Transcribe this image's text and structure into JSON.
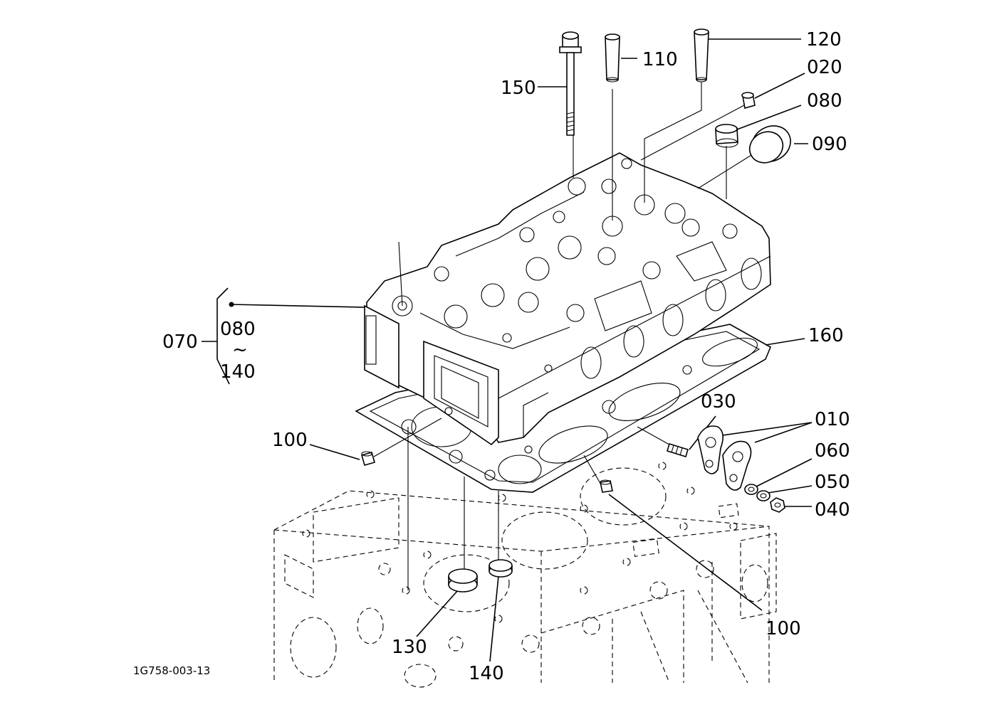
{
  "drawing_number": "1G758-003-13",
  "callouts": {
    "c150": "150",
    "c110": "110",
    "c120": "120",
    "c020": "020",
    "c080": "080",
    "c090": "090",
    "c070": "070",
    "c080b": "080",
    "tilde": "~",
    "c140b": "140",
    "c160": "160",
    "c030": "030",
    "c010": "010",
    "c060": "060",
    "c050": "050",
    "c040": "040",
    "c100a": "100",
    "c100b": "100",
    "c130": "130",
    "c140": "140"
  }
}
